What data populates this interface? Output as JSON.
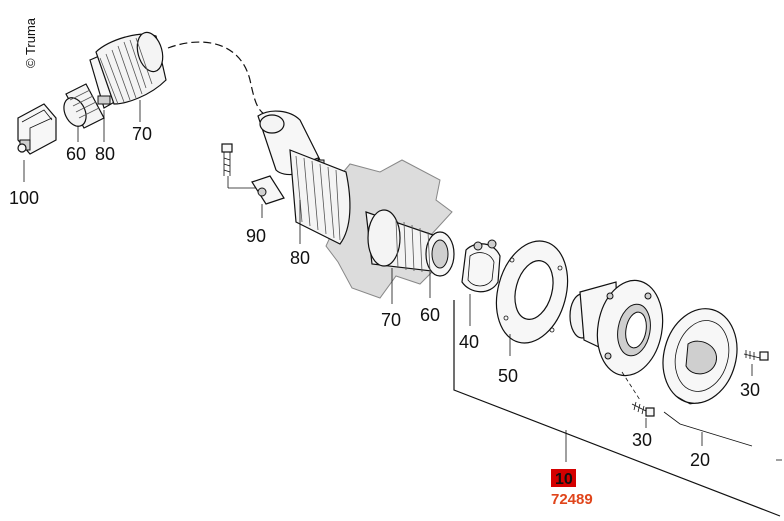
{
  "copyright": "© Truma",
  "labels": {
    "l100": "100",
    "l60a": "60",
    "l80a": "80",
    "l70a": "70",
    "l90": "90",
    "l80b": "80",
    "l70b": "70",
    "l60b": "60",
    "l40": "40",
    "l50": "50",
    "l30a": "30",
    "l30b": "30",
    "l20": "20"
  },
  "assembly": {
    "part_number": "10",
    "article_number": "72489"
  },
  "colors": {
    "highlight": "#d40000",
    "article": "#e0451b"
  }
}
